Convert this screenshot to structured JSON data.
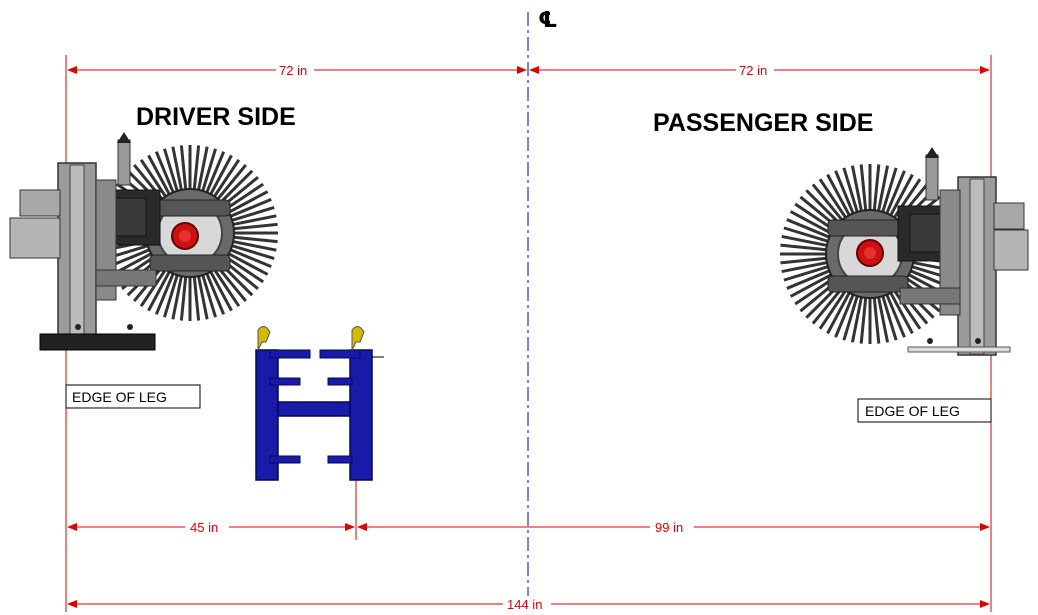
{
  "centerline": {
    "symbol": "℄"
  },
  "labels": {
    "driver_side": "DRIVER SIDE",
    "passenger_side": "PASSENGER SIDE",
    "edge_of_leg_left": "EDGE OF LEG",
    "edge_of_leg_right": "EDGE OF LEG"
  },
  "dimensions": {
    "top_left": "72 in",
    "top_right": "72 in",
    "bottom_left": "45 in",
    "bottom_right": "99 in",
    "overall": "144 in"
  },
  "colors": {
    "dimension": "#e00000",
    "centerline": "#2233cc",
    "stand": "#1a1aa8",
    "stand_accent": "#d4b800",
    "hub": "#cc1111"
  }
}
